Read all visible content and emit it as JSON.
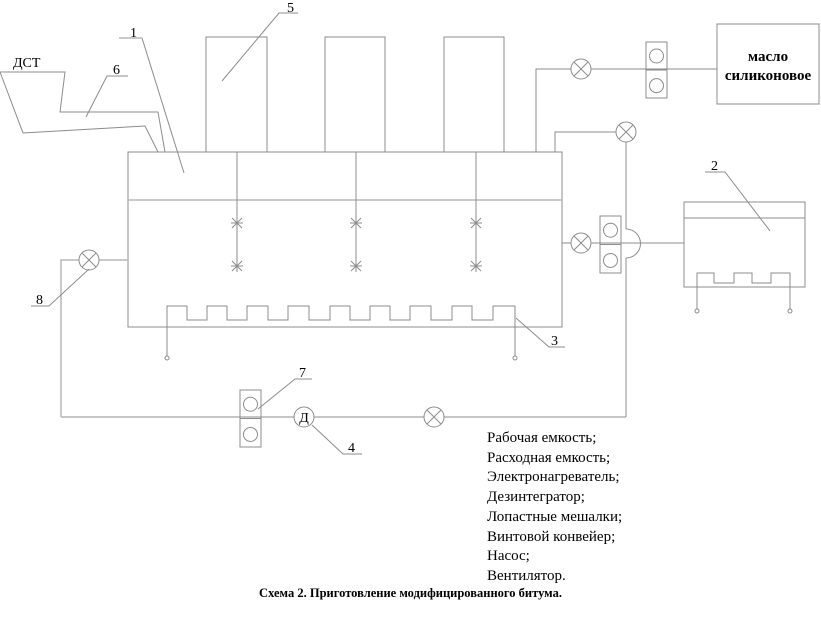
{
  "diagram": {
    "hopper_label": "ДСТ",
    "oil_box_label_line1": "масло",
    "oil_box_label_line2": "силиконовое",
    "motor_symbol": "Д",
    "callouts": {
      "c1": "1",
      "c2": "2",
      "c3": "3",
      "c4": "4",
      "c5": "5",
      "c6": "6",
      "c7": "7",
      "c8": "8"
    }
  },
  "legend": {
    "items": [
      "Рабочая емкость;",
      "Расходная емкость;",
      "Электронагреватель;",
      "Дезинтегратор;",
      "Лопастные мешалки;",
      "Винтовой конвейер;",
      "Насос;",
      "Вентилятор."
    ]
  },
  "caption": "Схема 2. Приготовление модифицированного битума."
}
